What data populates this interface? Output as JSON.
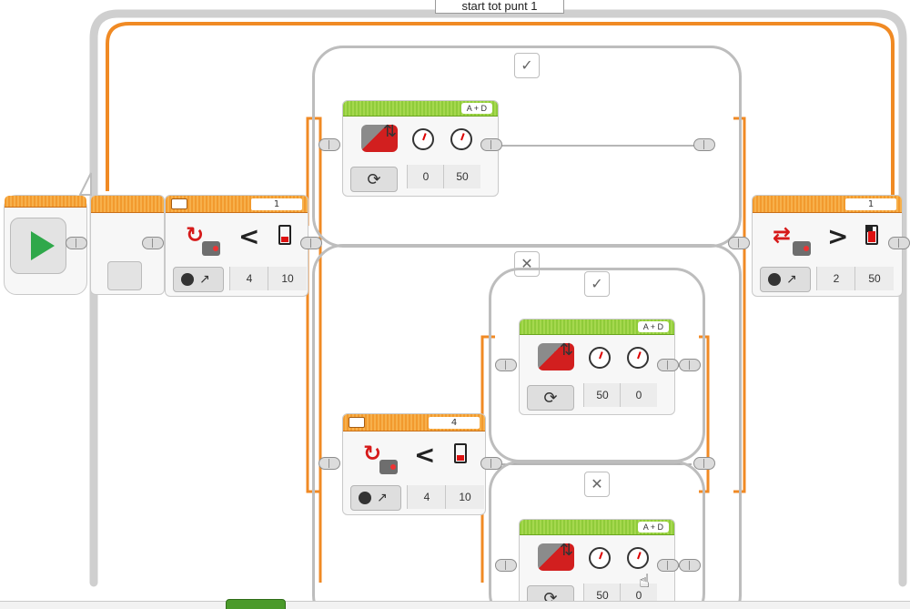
{
  "loop": {
    "label": "start tot punt 1"
  },
  "blocks": {
    "top_motor": {
      "port": "A + D",
      "values": [
        "0",
        "50"
      ]
    },
    "main_switch": {
      "count": "1",
      "operator": "<",
      "values": [
        "4",
        "10"
      ]
    },
    "right_switch": {
      "count": "1",
      "operator": ">",
      "values": [
        "2",
        "50"
      ]
    },
    "inner_switch": {
      "count": "4",
      "operator": "<",
      "values": [
        "4",
        "10"
      ]
    },
    "inner_true_motor": {
      "port": "A + D",
      "values": [
        "50",
        "0"
      ]
    },
    "inner_false_motor": {
      "port": "A + D",
      "values": [
        "50",
        "0"
      ]
    }
  },
  "cases": {
    "true_symbol": "✓",
    "false_symbol": "✕"
  },
  "icons": {
    "start": "play-icon",
    "loop": "loop-icon",
    "motor": "tank-motor-icon",
    "sensor": "gyro-sensor-icon",
    "mode": "loop-mode-icon"
  },
  "colors": {
    "loop_orange": "#f08a24",
    "motor_green": "#8fcb3a",
    "start_green": "#2fa84a"
  }
}
